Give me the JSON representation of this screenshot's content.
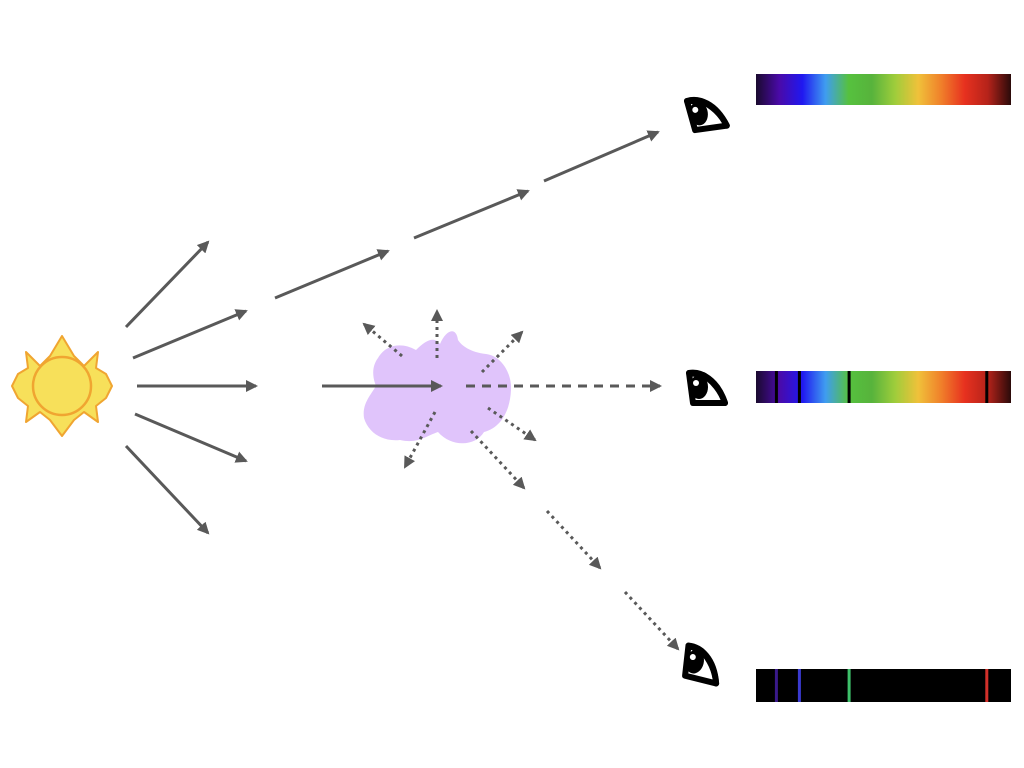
{
  "colors": {
    "background": "#ffffff",
    "arrow": "#595959",
    "sun_fill": "#f7e05a",
    "sun_stroke": "#f0a531",
    "gas_cloud": "#e0c4fb",
    "eye": "#000000"
  },
  "icons": {
    "sun": "sun-icon",
    "gas_cloud": "gas-cloud-shape",
    "eye": "eye-icon"
  },
  "spectra": {
    "continuous": {
      "kind": "continuous",
      "gradient": [
        "#1a0a2e",
        "#4a0aa8",
        "#2018f0",
        "#3f9df0",
        "#56c13e",
        "#57b33c",
        "#9fcd3b",
        "#f0c13a",
        "#f07f2a",
        "#e7311f",
        "#b5231a",
        "#2a0a0a"
      ]
    },
    "absorption": {
      "kind": "absorption",
      "gradient": [
        "#1a0a2e",
        "#4a0aa8",
        "#2018f0",
        "#3f9df0",
        "#56c13e",
        "#57b33c",
        "#9fcd3b",
        "#f0c13a",
        "#f07f2a",
        "#e7311f",
        "#b5231a",
        "#2a0a0a"
      ],
      "line_positions": [
        0.08,
        0.17,
        0.365,
        0.905
      ],
      "line_color": "#000000"
    },
    "emission": {
      "kind": "emission",
      "background": "#000000",
      "lines": [
        {
          "position": 0.08,
          "color": "#3a1a8a"
        },
        {
          "position": 0.17,
          "color": "#3a3ad0"
        },
        {
          "position": 0.365,
          "color": "#3ec06a"
        },
        {
          "position": 0.905,
          "color": "#d2302a"
        }
      ]
    }
  }
}
